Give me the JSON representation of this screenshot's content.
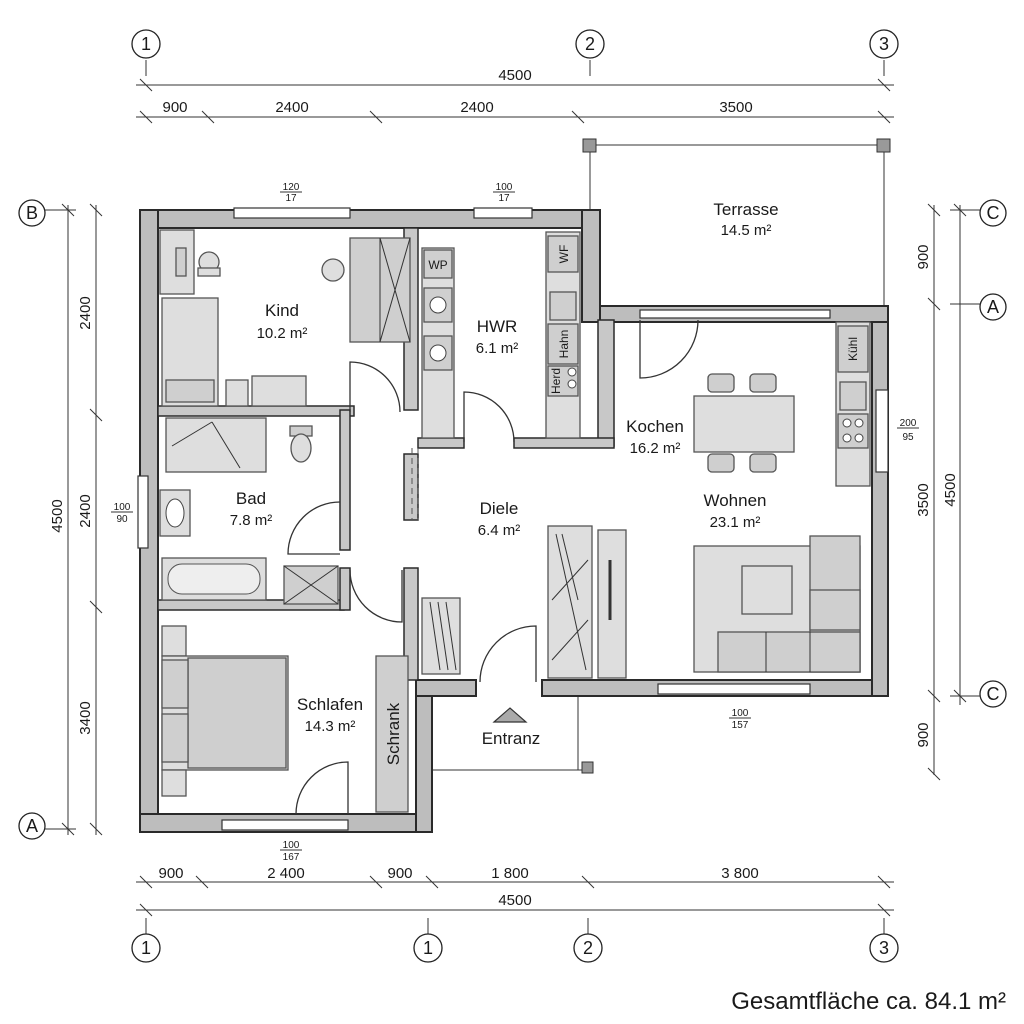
{
  "axes": {
    "top": [
      "1",
      "2",
      "3"
    ],
    "bottom": [
      "1",
      "1",
      "2",
      "3"
    ],
    "left": [
      "B",
      "A"
    ],
    "right": [
      "C",
      "A",
      "C"
    ]
  },
  "dimensions": {
    "top_total": "4500",
    "top_segments": [
      "900",
      "2400",
      "2400",
      "3500"
    ],
    "bottom_segments": [
      "900",
      "2 400",
      "900",
      "1 800",
      "3 800"
    ],
    "bottom_total": "4500",
    "left_segments": [
      "2400",
      "2400",
      "3400"
    ],
    "left_total": "4500",
    "right_segments": [
      "900",
      "3500",
      "900"
    ],
    "right_total": "4500"
  },
  "rooms": [
    {
      "name": "Kind",
      "area": "10.2 m²"
    },
    {
      "name": "HWR",
      "area": "6.1 m²"
    },
    {
      "name": "Terrasse",
      "area": "14.5 m²"
    },
    {
      "name": "Kochen",
      "area": "16.2 m²"
    },
    {
      "name": "Bad",
      "area": "7.8 m²"
    },
    {
      "name": "Diele",
      "area": "6.4 m²"
    },
    {
      "name": "Wohnen",
      "area": "23.1 m²"
    },
    {
      "name": "Schlafen",
      "area": "14.3 m²"
    },
    {
      "name": "Entranz",
      "area": ""
    }
  ],
  "fixtures": {
    "wp": "WP",
    "wf": "WF",
    "hahn": "Hahn",
    "herd": "Herd",
    "kuehl": "Kühl",
    "schrank": "Schrank"
  },
  "windows": [
    {
      "top": "120",
      "bottom": "17"
    },
    {
      "top": "100",
      "bottom": "17"
    },
    {
      "top": "100",
      "bottom": "90"
    },
    {
      "top": "200",
      "bottom": "95"
    },
    {
      "top": "100",
      "bottom": "157"
    },
    {
      "top": "100",
      "bottom": "167"
    }
  ],
  "total_area": "Gesamtfläche ca. 84.1 m²"
}
